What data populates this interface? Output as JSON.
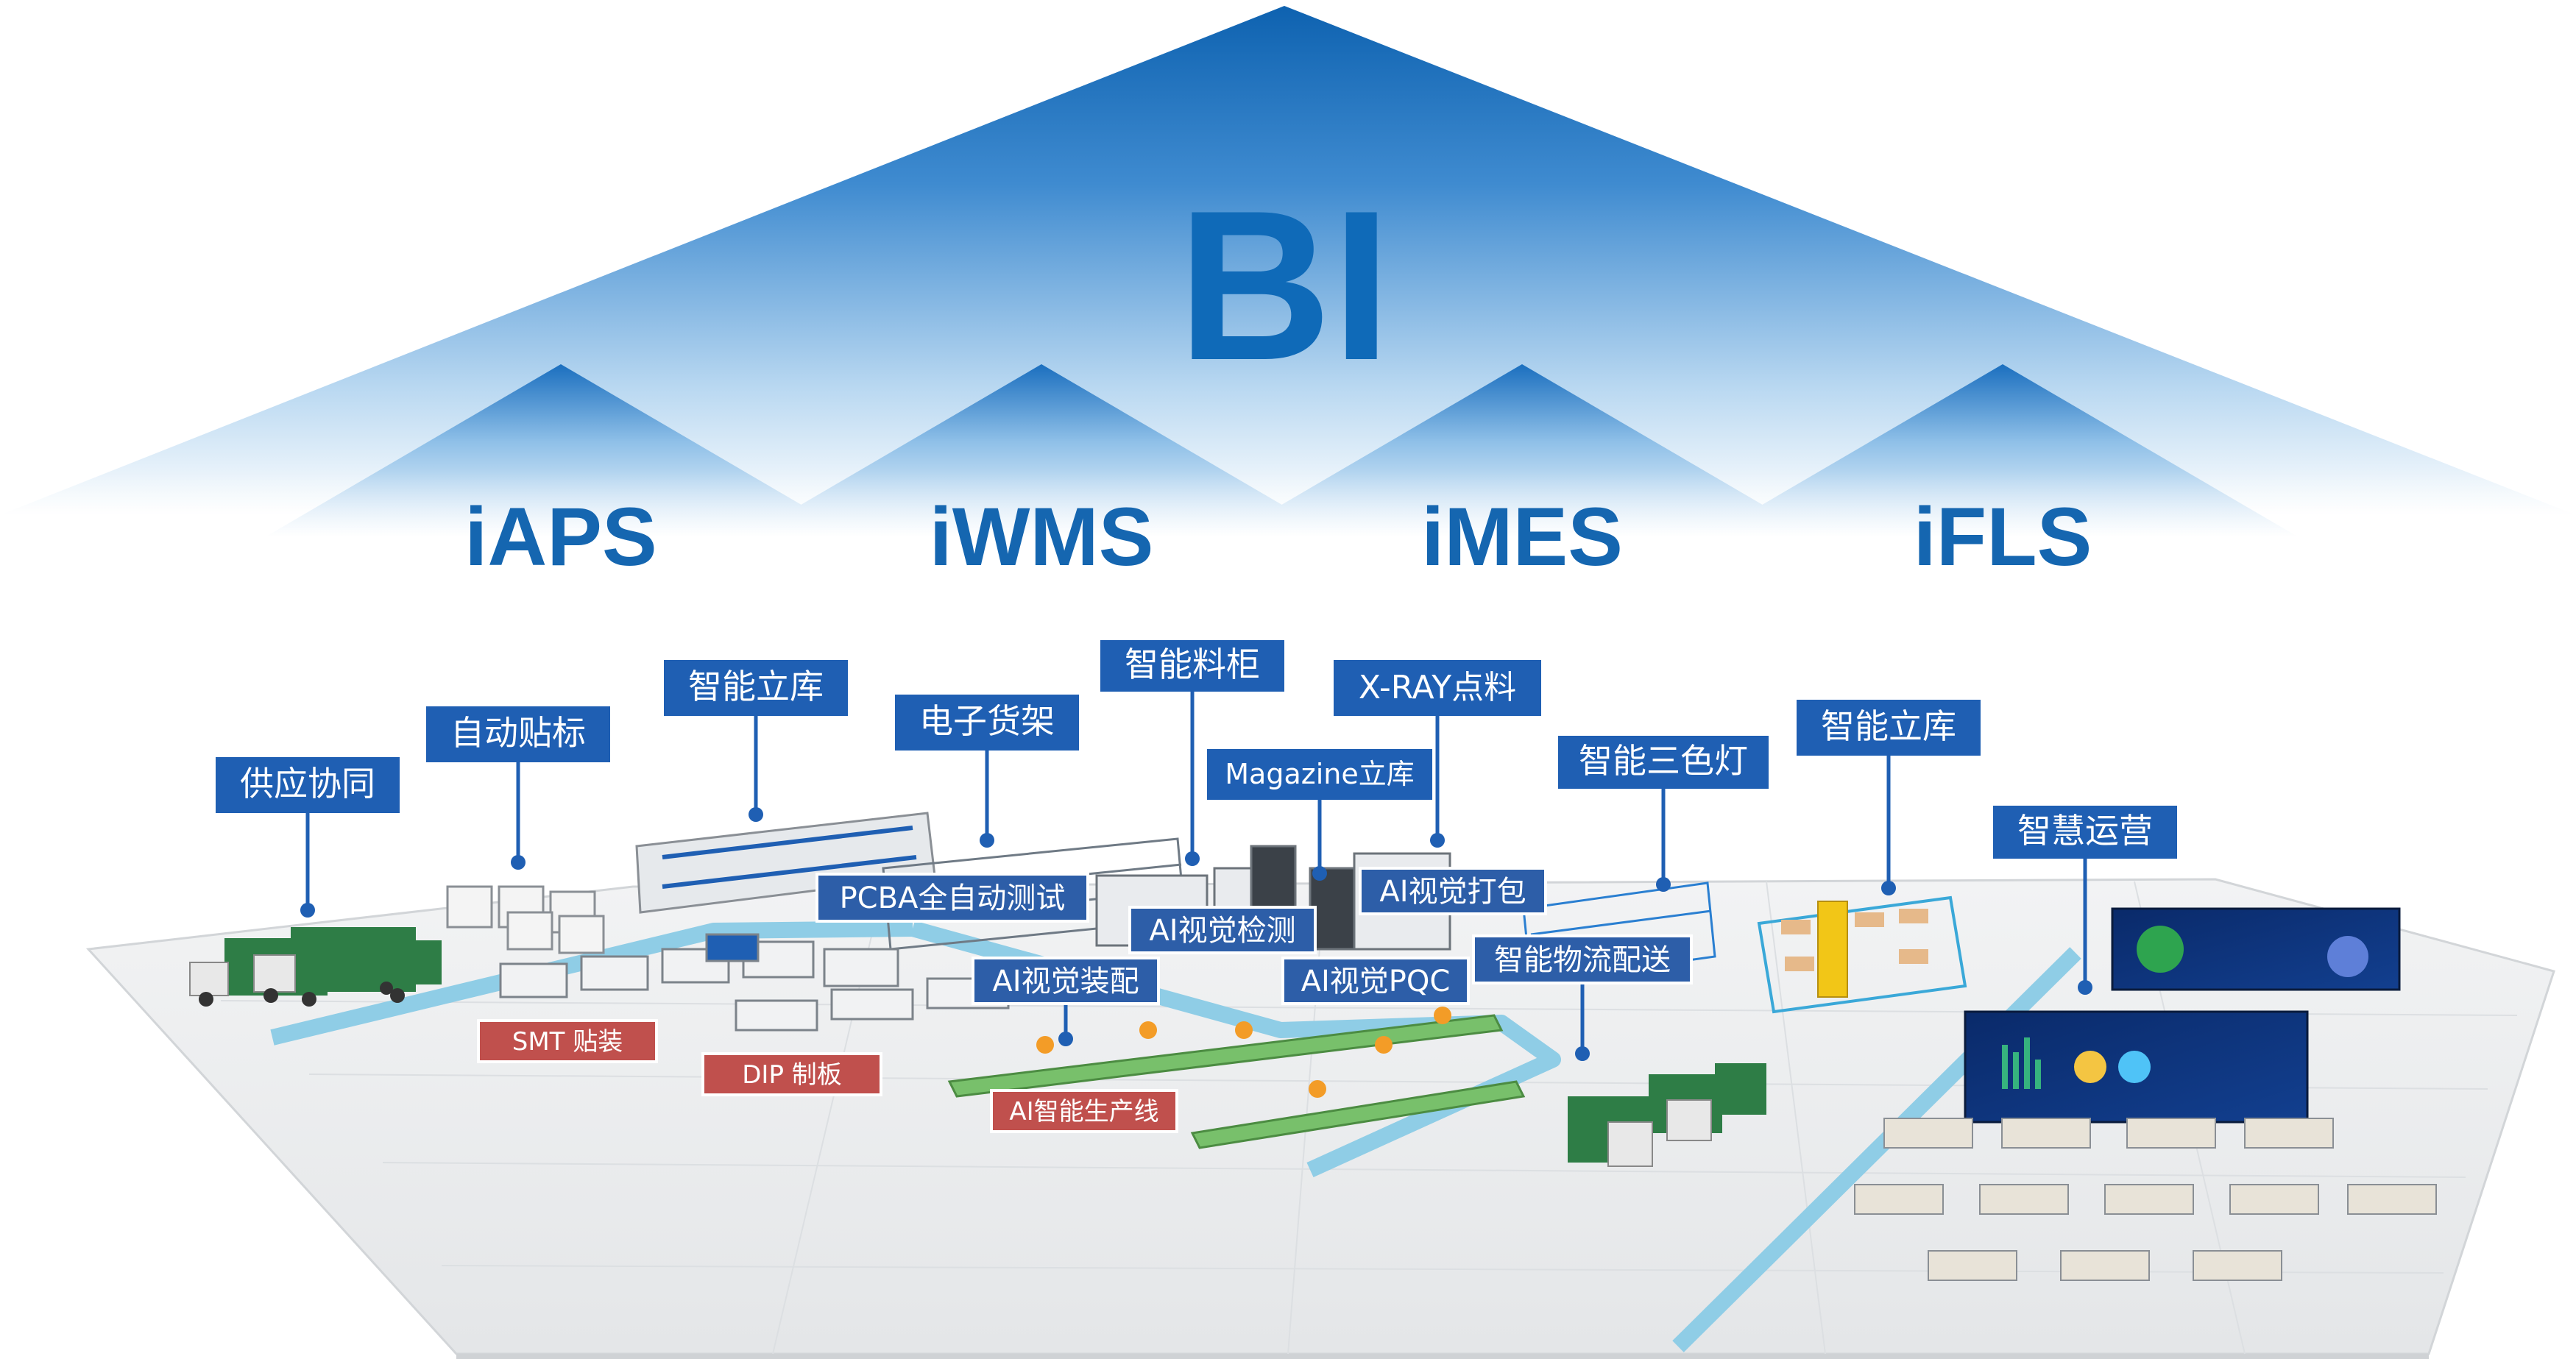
{
  "pyramid": {
    "top_label": "BI",
    "systems": [
      "iAPS",
      "iWMS",
      "iMES",
      "iFLS"
    ]
  },
  "factory_labels": {
    "supply": "供应协同",
    "auto_mount": "自动贴标",
    "smart_warehouse_1": "智能立库",
    "e_shelf": "电子货架",
    "smart_cabinet": "智能料柜",
    "xray": "X-RAY点料",
    "magazine": "Magazine立库",
    "tricolor": "智能三色灯",
    "smart_warehouse_2": "智能立库",
    "smart_ops": "智慧运营",
    "pcba_test": "PCBA全自动测试",
    "ai_inspect": "AI视觉检测",
    "ai_pack": "AI视觉打包",
    "ai_assemble": "AI视觉装配",
    "ai_pqc": "AI视觉PQC",
    "logistics": "智能物流配送"
  },
  "process_labels": {
    "smt": "SMT 贴装",
    "dip": "DIP 制板",
    "ai_line": "AI智能生产线"
  },
  "colors": {
    "label_blue": "#1f5fb3",
    "process_red": "#c0504d",
    "pyramid_blue": "#1566b0",
    "floor": "#eceeef",
    "lane": "#8fcde6"
  }
}
